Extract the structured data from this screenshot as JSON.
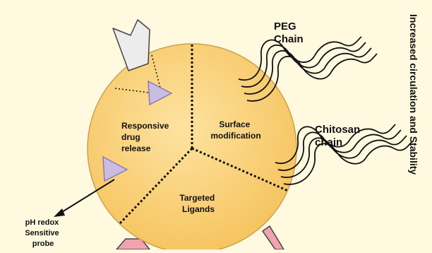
{
  "segments": {
    "responsive": [
      "Responsive",
      "drug",
      "release"
    ],
    "surface": [
      "Surface",
      "modification"
    ],
    "targeted": [
      "Targeted",
      "Ligands"
    ]
  },
  "chains": {
    "peg": [
      "PEG",
      "Chain"
    ],
    "chitosan": [
      "Chitosan",
      "chain"
    ]
  },
  "probe_label": [
    "pH redox",
    "Sensitive",
    "probe"
  ],
  "side_label": "Increased circulation and Stability",
  "colors": {
    "background": "#fff9e0",
    "circle_fill": "#fbd57e",
    "circle_stroke": "#c9a24e",
    "triangle": "#c9bde2",
    "ligand_pink": "#f2a3ad",
    "arrow_head": "#ececec"
  },
  "icons": [
    "arrowhead-shape-icon",
    "triangle-drug-icon",
    "wavy-chain-icon",
    "probe-arrow-icon",
    "ligand-rod-icon"
  ]
}
